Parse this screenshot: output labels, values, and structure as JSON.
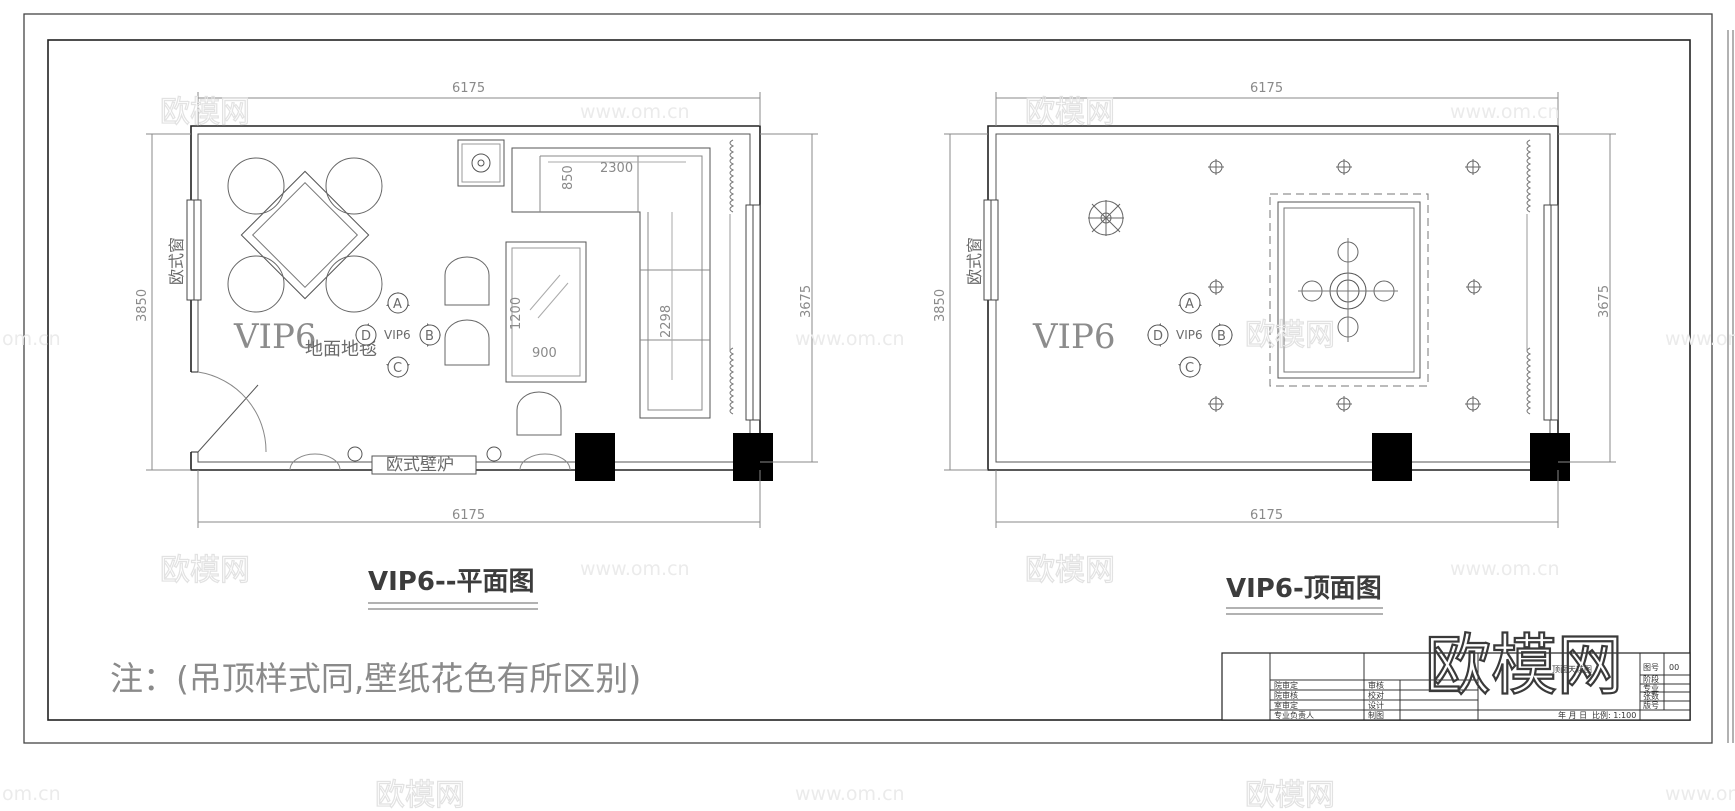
{
  "plan": {
    "title": "VIP6--平面图",
    "room_label": "VIP6",
    "carpet_label": "地面地毯",
    "window_label": "欧式窗",
    "fireplace_label": "欧式壁炉",
    "dim_top": "6175",
    "dim_bottom": "6175",
    "dim_left": "3850",
    "dim_right": "3675",
    "dim_sofa_len": "2300",
    "dim_sofa_depth": "850",
    "dim_sofa_side": "2298",
    "dim_table_w": "900",
    "dim_table_h": "1200",
    "index_center": "VIP6",
    "index_a": "A",
    "index_b": "B",
    "index_c": "C",
    "index_d": "D"
  },
  "ceiling": {
    "title": "VIP6-顶面图",
    "room_label": "VIP6",
    "window_label": "欧式窗",
    "dim_top": "6175",
    "dim_bottom": "6175",
    "dim_left": "3850",
    "dim_right": "3675",
    "index_center": "VIP6",
    "index_a": "A",
    "index_b": "B",
    "index_c": "C",
    "index_d": "D"
  },
  "note": "注：(吊顶样式同,壁纸花色有所区别)",
  "title_block": {
    "logo": "欧模网",
    "drawing_name": "顶面天花图",
    "left_rows": [
      "院审定",
      "院审核",
      "室审定",
      "专业负责人"
    ],
    "mid_rows": [
      "审核",
      "校对",
      "设计",
      "制图"
    ],
    "right_labels": [
      "图号",
      "阶段",
      "专业",
      "张数",
      "版号"
    ],
    "drawing_no": "00",
    "date_label": "年 月 日",
    "scale_label": "比例: 1:100"
  },
  "watermarks": {
    "brand": "欧模网",
    "url": "www.om.cn",
    "url_partial": "om.cn"
  }
}
